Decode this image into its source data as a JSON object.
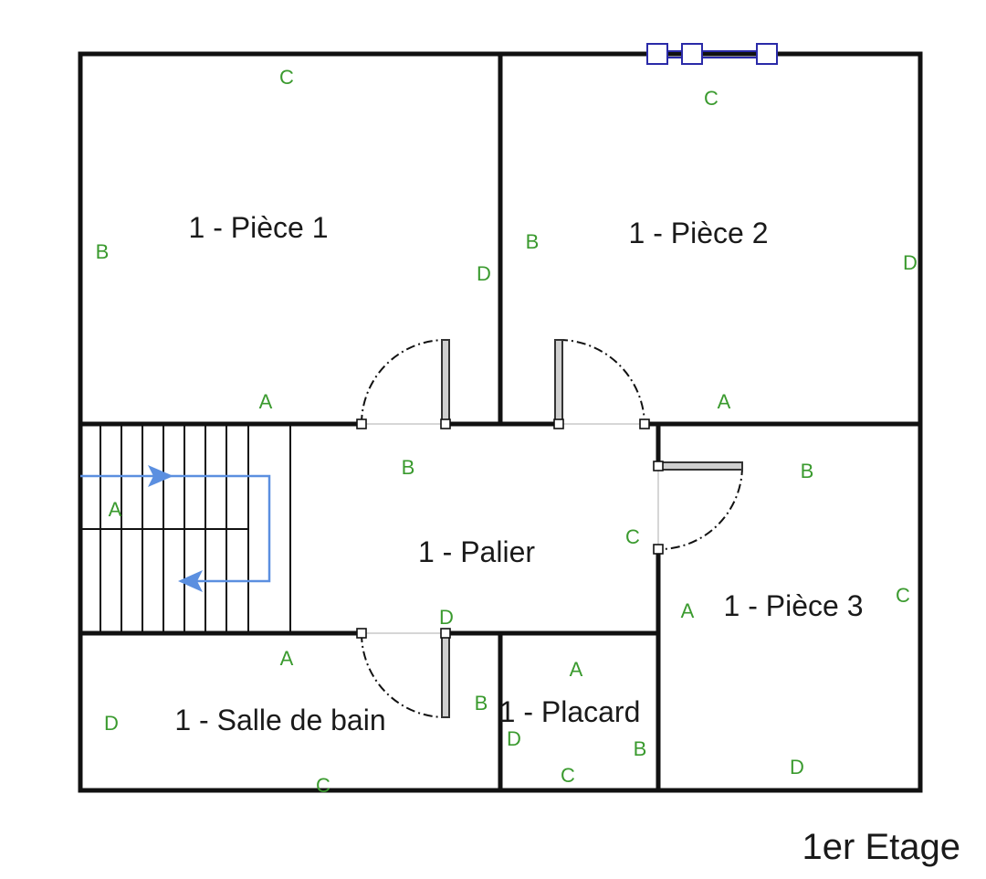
{
  "floor_title": "1er Etage",
  "rooms": {
    "piece1": "1 - Pièce 1",
    "piece2": "1 - Pièce 2",
    "piece3": "1 - Pièce 3",
    "palier": "1 - Palier",
    "sdb": "1 - Salle de bain",
    "placard": "1 - Placard"
  },
  "wall_labels": {
    "p1_top": "C",
    "p1_left": "B",
    "p1_right": "D",
    "p1_bottom": "A",
    "p2_top": "C",
    "p2_left": "B",
    "p2_right": "D",
    "p2_bottom": "A",
    "palier_top": "B",
    "palier_left": "A",
    "palier_right": "C",
    "palier_bottom": "D",
    "p3_top": "B",
    "p3_left": "A",
    "p3_right": "C",
    "p3_bottom": "D",
    "sdb_top": "A",
    "sdb_left": "D",
    "sdb_bottom": "C",
    "sdb_right": "B",
    "placard_top": "A",
    "placard_left": "D",
    "placard_right": "B",
    "placard_bottom": "C"
  },
  "colors": {
    "wall_label": "#3a9a2e",
    "window": "#2a2aa8",
    "stair_arrow": "#5b8fe0"
  }
}
